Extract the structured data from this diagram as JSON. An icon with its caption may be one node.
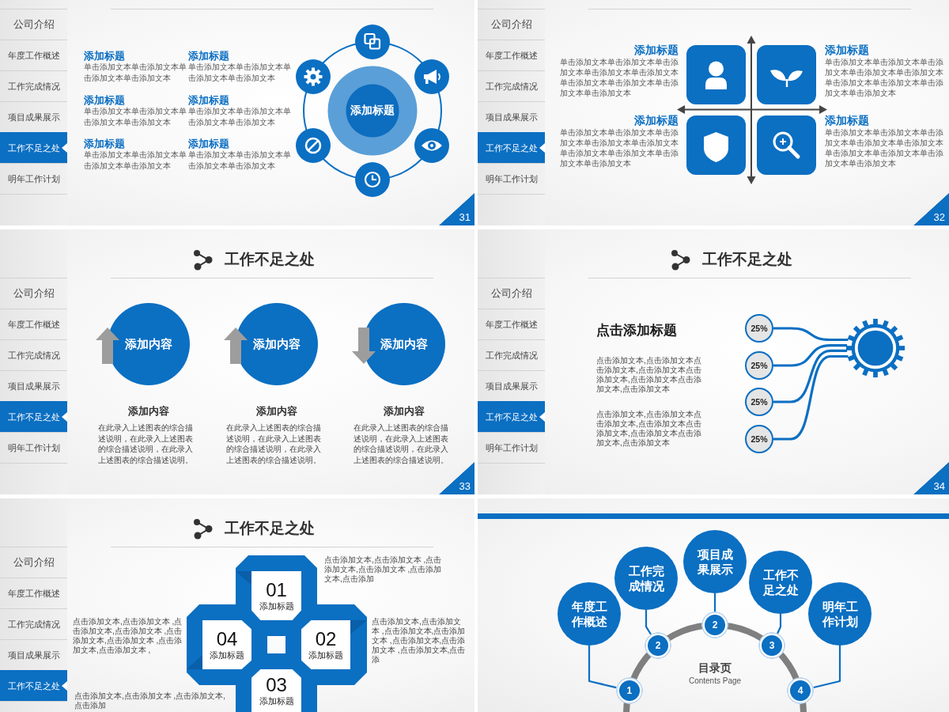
{
  "diagram": {
    "nodes": [
      {
        "text": [
          "添加标题"
        ]
      },
      {
        "text": [
          "添加内容"
        ]
      },
      {
        "text": [
          "添加内容"
        ]
      },
      {
        "text": [
          "添加内容"
        ]
      },
      {
        "text": [
          "25%"
        ]
      },
      {
        "text": [
          "25%"
        ]
      },
      {
        "text": [
          "25%"
        ]
      },
      {
        "text": [
          "25%"
        ]
      },
      {
        "text": [],
        "shape": "gear"
      },
      {
        "text": [
          "01",
          "添加标题"
        ]
      },
      {
        "text": [
          "02",
          "添加标题"
        ]
      },
      {
        "text": [
          "03",
          "添加标题"
        ]
      },
      {
        "text": [
          "04",
          "添加标题"
        ]
      },
      {
        "text": [
          "年度工作概述"
        ]
      },
      {
        "text": [
          "工作完成情况"
        ]
      },
      {
        "text": [
          "项目成果展示"
        ]
      },
      {
        "text": [
          "工作不足之处"
        ]
      },
      {
        "text": [
          "明年工作计划"
        ]
      },
      {
        "text": [
          "1"
        ]
      },
      {
        "text": [
          "2"
        ]
      },
      {
        "text": [
          "2"
        ]
      },
      {
        "text": [
          "3"
        ]
      },
      {
        "text": [
          "4"
        ]
      }
    ],
    "edges": [
      {
        "from": 4,
        "to": 8,
        "arrow": "none"
      },
      {
        "from": 5,
        "to": 8,
        "arrow": "none"
      },
      {
        "from": 6,
        "to": 8,
        "arrow": "none"
      },
      {
        "from": 7,
        "to": 8,
        "arrow": "none"
      },
      {
        "from": 13,
        "to": 18,
        "arrow": "none"
      },
      {
        "from": 14,
        "to": 19,
        "arrow": "none"
      },
      {
        "from": 15,
        "to": 20,
        "arrow": "none"
      },
      {
        "from": 16,
        "to": 21,
        "arrow": "none"
      },
      {
        "from": 17,
        "to": 22,
        "arrow": "none"
      }
    ],
    "labels": [
      "公司介绍",
      "年度工作概述",
      "工作完成情况",
      "项目成果展示",
      "工作不足之处",
      "明年工作计划",
      "添加标题",
      "单击添加文本单击添加文本单击添加文本单击添加文本",
      "添加标题",
      "单击添加文本单击添加文本单击添加文本单击添加文本",
      "添加标题",
      "单击添加文本单击添加文本单击添加文本单击添加文本",
      "添加标题",
      "单击添加文本单击添加文本单击添加文本单击添加文本",
      "添加标题",
      "单击添加文本单击添加文本单击添加文本单击添加文本",
      "添加标题",
      "单击添加文本单击添加文本单击添加文本单击添加文本",
      "31",
      "公司介绍",
      "年度工作概述",
      "工作完成情况",
      "项目成果展示",
      "工作不足之处",
      "明年工作计划",
      "添加标题",
      "单击添加文本单击添加文本单击添加文本单击添加文本单击添加文本单击添加文本单击添加文本单击添加文本单击添加文本",
      "添加标题",
      "单击添加文本单击添加文本单击添加文本单击添加文本单击添加文本单击添加文本单击添加文本单击添加文本单击添加文本",
      "添加标题",
      "单击添加文本单击添加文本单击添加文本单击添加文本单击添加文本单击添加文本单击添加文本单击添加文本单击添加文本",
      "添加标题",
      "单击添加文本单击添加文本单击添加文本单击添加文本单击添加文本单击添加文本单击添加文本单击添加文本单击添加文本",
      "32",
      "公司介绍",
      "年度工作概述",
      "工作完成情况",
      "项目成果展示",
      "工作不足之处",
      "明年工作计划",
      "工作不足之处",
      "添加内容",
      "在此录入上述图表的综合描述说明，在此录入上述图表的综合描述说明，在此录入上述图表的综合描述说明。",
      "添加内容",
      "在此录入上述图表的综合描述说明，在此录入上述图表的综合描述说明，在此录入上述图表的综合描述说明。",
      "添加内容",
      "在此录入上述图表的综合描述说明，在此录入上述图表的综合描述说明，在此录入上述图表的综合描述说明。",
      "33",
      "公司介绍",
      "年度工作概述",
      "工作完成情况",
      "项目成果展示",
      "工作不足之处",
      "明年工作计划",
      "工作不足之处",
      "点击添加标题",
      "点击添加文本,点击添加文本点击添加文本,点击添加文本点击添加文本,点击添加文本点击添加文本,点击添加文本",
      "点击添加文本,点击添加文本点击添加文本,点击添加文本点击添加文本,点击添加文本点击添加文本,点击添加文本",
      "34",
      "公司介绍",
      "年度工作概述",
      "工作完成情况",
      "项目成果展示",
      "工作不足之处",
      "工作不足之处",
      "点击添加文本,点击添加文本 ,点击添加文本,点击添加文本 ,点击添加文本,点击添加",
      "点击添加文本,点击添加文本 ,点击添加文本,点击添加文本 ,点击添加文本,点击添加文本 ,点击添加文本,点击添加文本 ,",
      "点击添加文本,点击添加文本 ,点击添加文本,点击添加文本 ,点击添加文本,点击添加文本 ,点击添加文本,点击添",
      "点击添加文本,点击添加文本 ,点击添加文本,点击添加",
      "目录页",
      "Contents Page"
    ]
  }
}
